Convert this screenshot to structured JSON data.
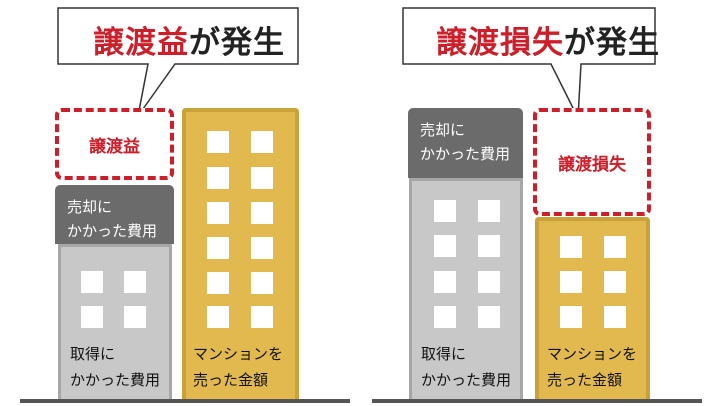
{
  "left": {
    "callout_red": "譲渡益",
    "callout_tail": "が発生",
    "gain_box": "譲渡益",
    "sale_cost_line1": "売却に",
    "sale_cost_line2": "かかった費用",
    "acq_cost_line1": "取得に",
    "acq_cost_line2": "かかった費用",
    "sale_amount_line1": "マンションを",
    "sale_amount_line2": "売った金額"
  },
  "right": {
    "callout_red": "譲渡損失",
    "callout_tail": "が発生",
    "loss_box": "譲渡損失",
    "sale_cost_line1": "売却に",
    "sale_cost_line2": "かかった費用",
    "acq_cost_line1": "取得に",
    "acq_cost_line2": "かかった費用",
    "sale_amount_line1": "マンションを",
    "sale_amount_line2": "売った金額"
  },
  "colors": {
    "accent_red": "#cc1f2a",
    "gold": "#e1b94e",
    "gray_building": "#c8c8c8",
    "dark_gray": "#6b6b6b"
  }
}
